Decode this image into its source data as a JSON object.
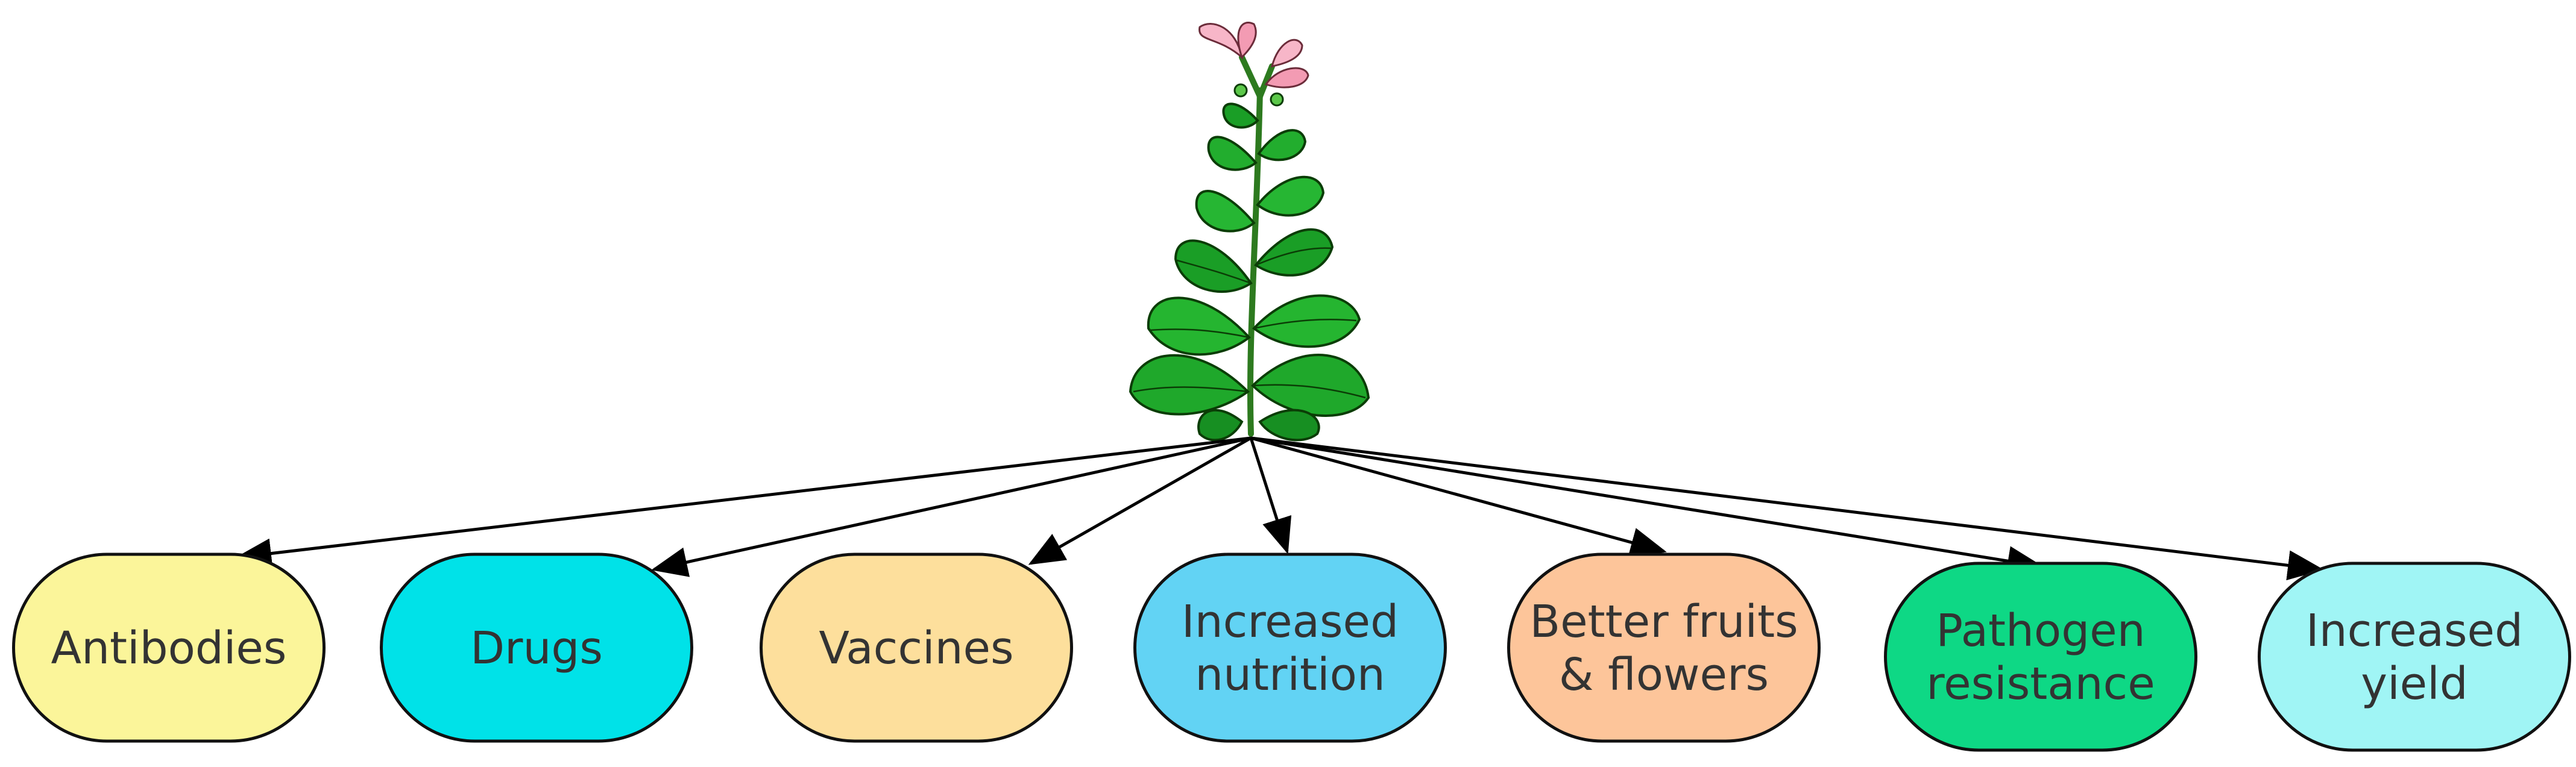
{
  "colors": {
    "arrow": "#000000",
    "node_stroke": "#111111",
    "label_text": "#333333",
    "leaf": "#22b02a",
    "leaf_dark": "#148a1c",
    "flower": "#f7b6c8"
  },
  "plant": {
    "icon": "tobacco-plant-icon"
  },
  "nodes": [
    {
      "id": "antibodies",
      "lines": [
        "Antibodies"
      ],
      "color": "#fbf59a"
    },
    {
      "id": "drugs",
      "lines": [
        "Drugs"
      ],
      "color": "#00e2e8"
    },
    {
      "id": "vaccines",
      "lines": [
        "Vaccines"
      ],
      "color": "#fddf9c"
    },
    {
      "id": "increased-nutrition",
      "lines": [
        "Increased",
        "nutrition"
      ],
      "color": "#62d3f4"
    },
    {
      "id": "better-fruits-flowers",
      "lines": [
        "Better fruits",
        "& flowers"
      ],
      "color": "#fdc59a"
    },
    {
      "id": "pathogen-resistance",
      "lines": [
        "Pathogen",
        "resistance"
      ],
      "color": "#0ed885"
    },
    {
      "id": "increased-yield",
      "lines": [
        "Increased",
        "yield"
      ],
      "color": "#a0f5f5"
    }
  ]
}
